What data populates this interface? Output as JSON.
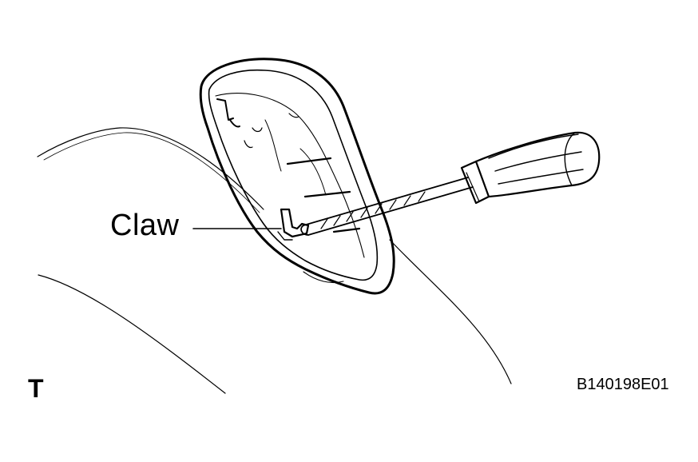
{
  "callout": {
    "label": "Claw"
  },
  "corner_mark": "T",
  "figure_id": "B140198E01",
  "colors": {
    "line": "#000000",
    "background": "#ffffff"
  }
}
